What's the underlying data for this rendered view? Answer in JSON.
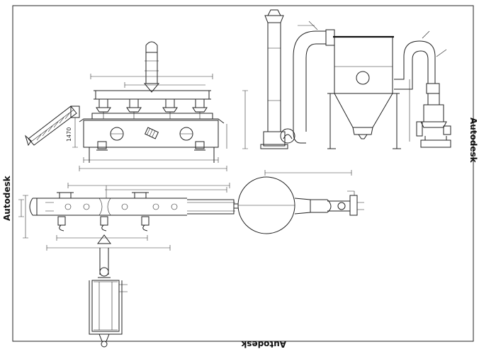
{
  "drawing": {
    "watermarks": {
      "left": "Autodesk",
      "right": "Autodesk",
      "bottom": "Autodesk"
    },
    "dimension_label": "1470"
  }
}
